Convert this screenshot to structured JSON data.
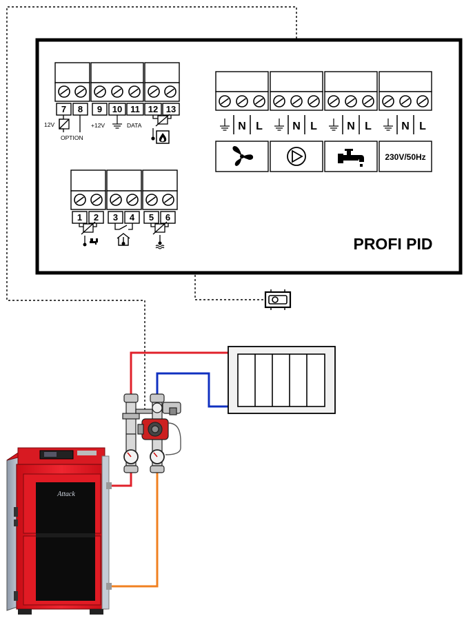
{
  "panel": {
    "title": "PROFI PID"
  },
  "top_terminals": {
    "numbers": [
      "7",
      "8",
      "9",
      "10",
      "11",
      "12",
      "13"
    ],
    "label_12v_left": "12V",
    "label_option": "OPTION",
    "label_12v_plus": "+12V",
    "label_data": "DATA"
  },
  "bottom_terminals": {
    "numbers": [
      "1",
      "2",
      "3",
      "4",
      "5",
      "6"
    ]
  },
  "power_terminals": {
    "pin_labels": [
      "N",
      "L"
    ],
    "voltage_label": "230V/50Hz",
    "device_icons": [
      "fan-icon",
      "pump-icon",
      "tap-icon"
    ]
  },
  "boiler": {
    "brand": "Attack"
  },
  "colors": {
    "supply_pipe": "#e0202a",
    "return_pipe_radiator": "#1030c0",
    "return_pipe_boiler": "#f08020",
    "boiler_body": "#e8141e",
    "panel_border": "#000000"
  }
}
